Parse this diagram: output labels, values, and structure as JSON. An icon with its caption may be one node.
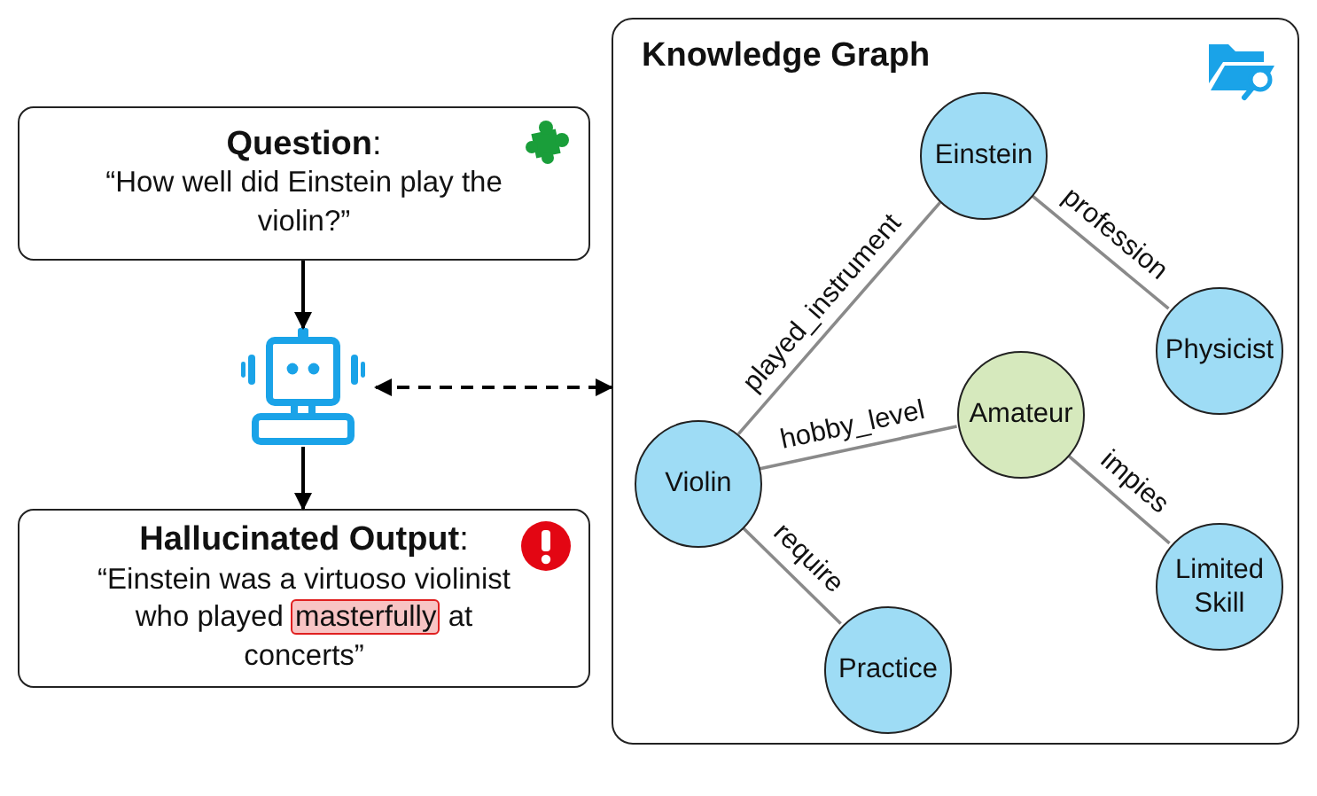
{
  "diagram": {
    "nodes": [
      {
        "text": [
          "**Question**:",
          "“How well did Einstein play the violin?”"
        ]
      },
      {
        "text": [],
        "shape": "picture"
      },
      {
        "text": [
          "**Hallucinated Output**:",
          "“Einstein was a virtuoso violinist who played *masterfully* at concerts”"
        ]
      },
      {
        "text": [
          "Knowledge Graph"
        ]
      },
      {
        "text": [
          "Einstein"
        ],
        "in": 3
      },
      {
        "text": [
          "Physicist"
        ],
        "in": 3
      },
      {
        "text": [
          "Amateur"
        ],
        "in": 3
      },
      {
        "text": [
          "Violin"
        ],
        "in": 3
      },
      {
        "text": [
          "Limited Skill"
        ],
        "in": 3
      },
      {
        "text": [
          "Practice"
        ],
        "in": 3
      }
    ],
    "edges": [
      {
        "from": 0,
        "to": 1,
        "arrow": "to",
        "color": "#000000"
      },
      {
        "from": 1,
        "to": 2,
        "arrow": "to",
        "color": "#000000"
      },
      {
        "from": 1,
        "to": 3,
        "arrow": "both",
        "style": "dashed",
        "color": "#000000"
      },
      {
        "from": 7,
        "to": 4,
        "arrow": "none",
        "label": "played_instrument"
      },
      {
        "from": 4,
        "to": 5,
        "arrow": "none",
        "label": "profession"
      },
      {
        "from": 7,
        "to": 6,
        "arrow": "none",
        "label": "hobby_level"
      },
      {
        "from": 6,
        "to": 8,
        "arrow": "none",
        "label": "impies"
      },
      {
        "from": 7,
        "to": 9,
        "arrow": "none",
        "label": "require"
      }
    ]
  }
}
